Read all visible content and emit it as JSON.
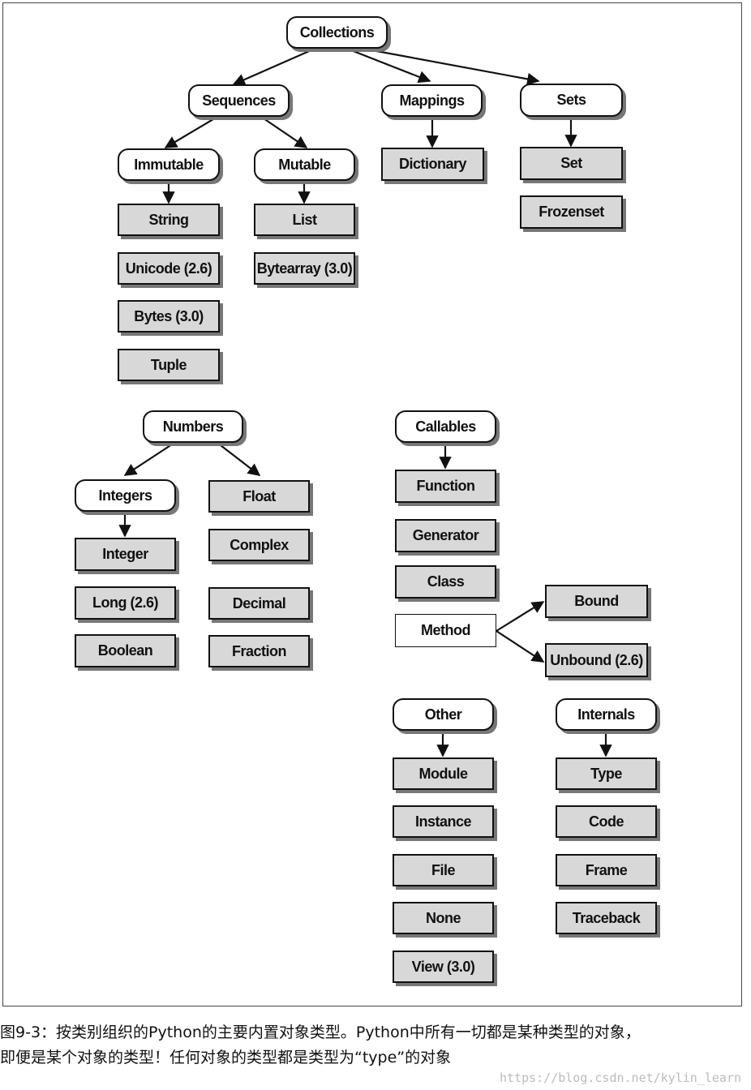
{
  "nodes": {
    "collections": "Collections",
    "sequences": "Sequences",
    "mappings": "Mappings",
    "sets": "Sets",
    "immutable": "Immutable",
    "mutable": "Mutable",
    "string": "String",
    "unicode": "Unicode (2.6)",
    "bytes": "Bytes (3.0)",
    "tuple": "Tuple",
    "list": "List",
    "bytearray": "Bytearray (3.0)",
    "dictionary": "Dictionary",
    "set": "Set",
    "frozenset": "Frozenset",
    "numbers": "Numbers",
    "integers": "Integers",
    "float": "Float",
    "complex": "Complex",
    "decimal": "Decimal",
    "fraction": "Fraction",
    "integer": "Integer",
    "long": "Long (2.6)",
    "boolean": "Boolean",
    "callables": "Callables",
    "function": "Function",
    "generator": "Generator",
    "class": "Class",
    "method": "Method",
    "bound": "Bound",
    "unbound": "Unbound (2.6)",
    "other": "Other",
    "module": "Module",
    "instance": "Instance",
    "file": "File",
    "none": "None",
    "view": "View (3.0)",
    "internals": "Internals",
    "type": "Type",
    "code": "Code",
    "frame": "Frame",
    "traceback": "Traceback"
  },
  "caption": {
    "line1": "图9-3：按类别组织的Python的主要内置对象类型。Python中所有一切都是某种类型的对象，",
    "line2": "即便是某个对象的类型！任何对象的类型都是类型为“type”的对象"
  },
  "watermark": "https://blog.csdn.net/kylin_learn"
}
